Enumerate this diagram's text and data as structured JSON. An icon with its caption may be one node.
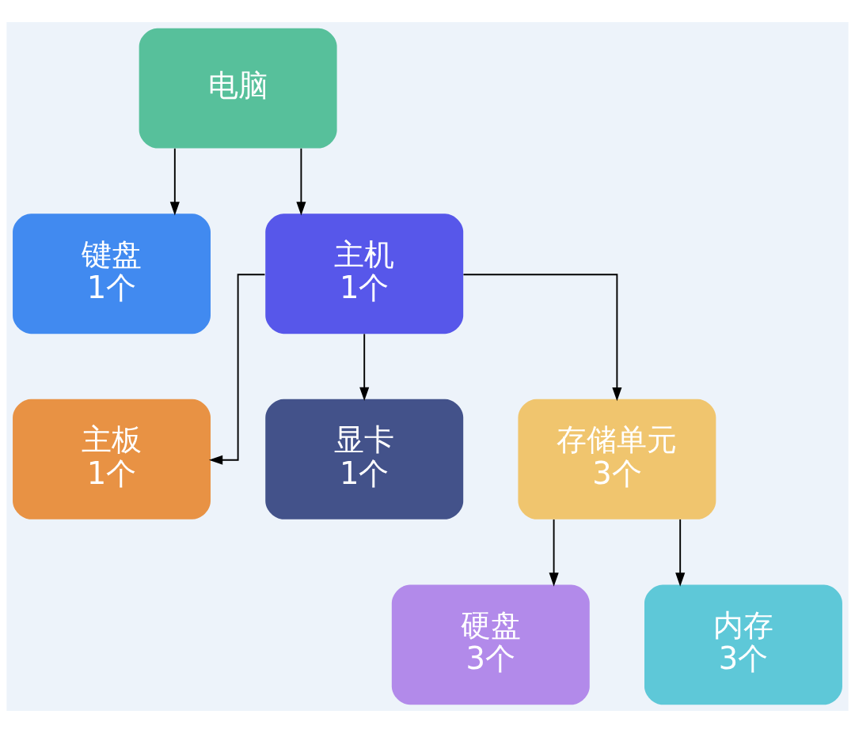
{
  "diagram": {
    "nodes": [
      {
        "text": [
          "电脑"
        ]
      },
      {
        "text": [
          "键盘",
          "1个"
        ]
      },
      {
        "text": [
          "主机",
          "1个"
        ]
      },
      {
        "text": [
          "主板",
          "1个"
        ]
      },
      {
        "text": [
          "显卡",
          "1个"
        ]
      },
      {
        "text": [
          "存储单元",
          "3个"
        ]
      },
      {
        "text": [
          "硬盘",
          "3个"
        ]
      },
      {
        "text": [
          "内存",
          "3个"
        ]
      }
    ],
    "edges": [
      {
        "from": 0,
        "to": 1,
        "arrow": "to"
      },
      {
        "from": 0,
        "to": 2,
        "arrow": "to"
      },
      {
        "from": 2,
        "to": 3,
        "arrow": "to"
      },
      {
        "from": 2,
        "to": 4,
        "arrow": "to"
      },
      {
        "from": 2,
        "to": 5,
        "arrow": "to"
      },
      {
        "from": 5,
        "to": 6,
        "arrow": "to"
      },
      {
        "from": 5,
        "to": 7,
        "arrow": "to"
      }
    ]
  }
}
